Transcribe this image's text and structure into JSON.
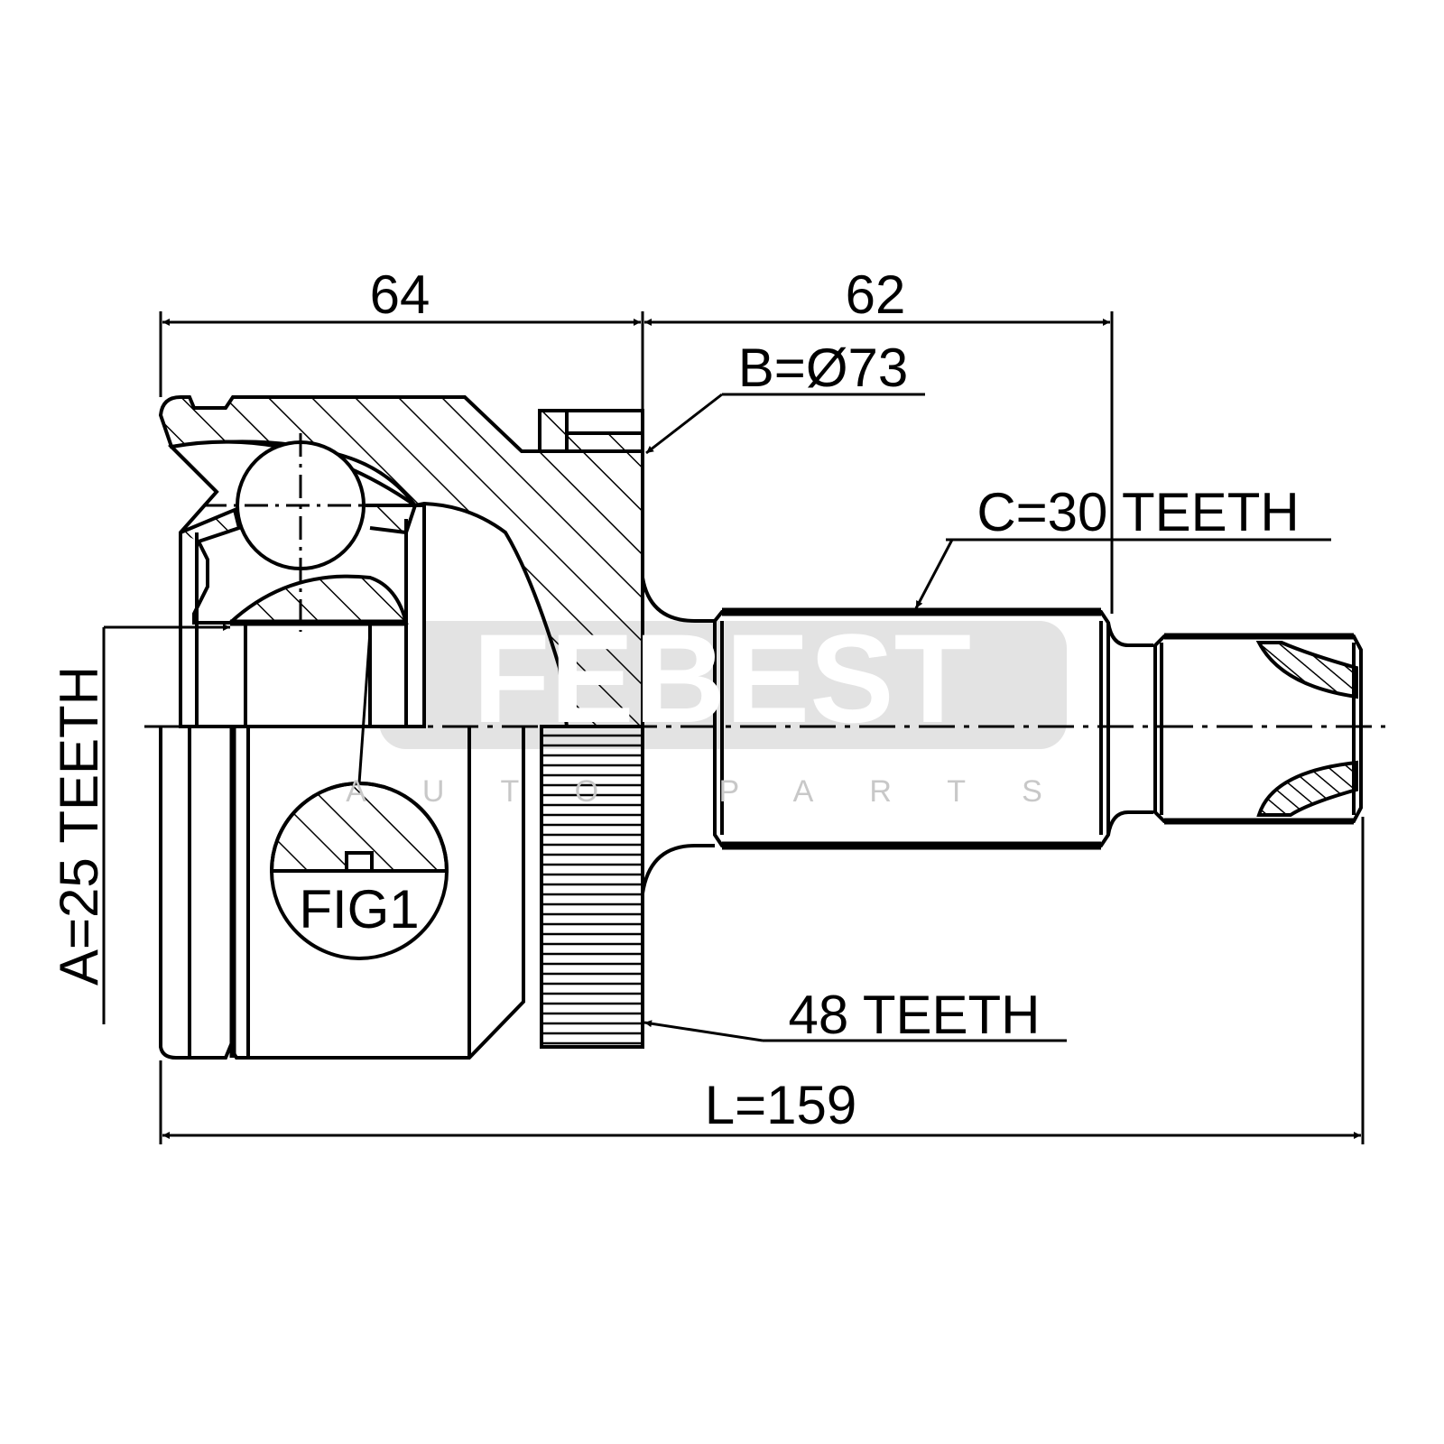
{
  "drawing": {
    "dimension_left_width": "64",
    "dimension_right_width": "62",
    "outer_diameter_label": "B=Ø73",
    "shaft_spline_label": "C=30 TEETH",
    "inner_spline_label": "A=25 TEETH",
    "abs_ring_label": "48 TEETH",
    "total_length_label": "L=159",
    "detail_label": "FIG1"
  },
  "watermark": {
    "brand": "FEBEST",
    "tagline": "AUTO PARTS"
  },
  "colors": {
    "line": "#000000",
    "watermark_band": "#e3e3e3"
  }
}
